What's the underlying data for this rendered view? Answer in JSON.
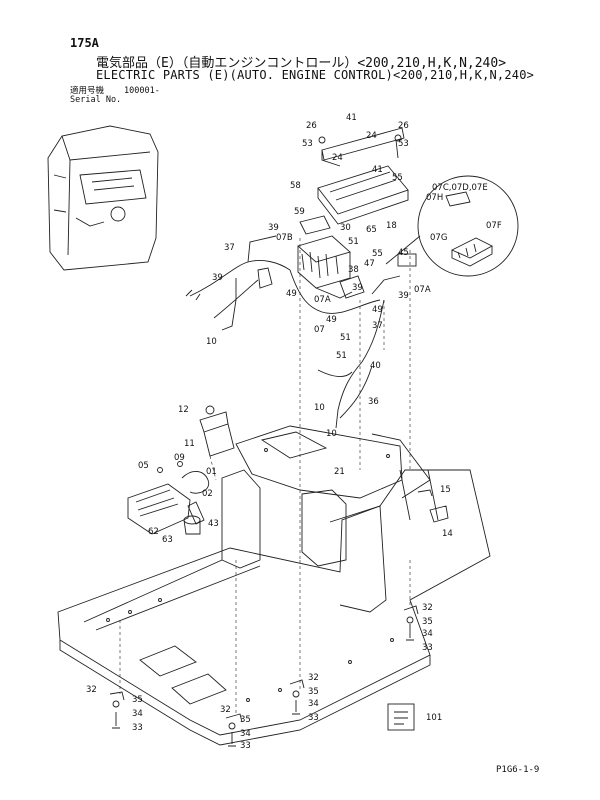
{
  "header": {
    "page_no": "175A",
    "title_jp": "電気部品（E）（自動エンジンコントロール）<200,210,H,K,N,240>",
    "title_en": "ELECTRIC PARTS (E)(AUTO. ENGINE CONTROL)<200,210,H,K,N,240>",
    "serial_label_jp": "適用号機",
    "serial_label_en": "Serial No.",
    "serial_value": "100001-"
  },
  "footer": {
    "ref": "P1G6-1-9"
  },
  "callouts": [
    "26",
    "41",
    "26",
    "53",
    "24",
    "24",
    "53",
    "41",
    "55",
    "58",
    "18",
    "07C,07D,07E",
    "07H",
    "07F",
    "07G",
    "59",
    "39",
    "07B",
    "30",
    "37",
    "65",
    "51",
    "45",
    "47",
    "38",
    "55",
    "07A",
    "39",
    "49",
    "49",
    "39",
    "07A",
    "07",
    "49",
    "37",
    "39",
    "10",
    "51",
    "51",
    "40",
    "10",
    "36",
    "10",
    "12",
    "11",
    "21",
    "05",
    "09",
    "01",
    "02",
    "62",
    "63",
    "43",
    "15",
    "14",
    "32",
    "35",
    "34",
    "33",
    "32",
    "35",
    "34",
    "33",
    "32",
    "35",
    "34",
    "33",
    "32",
    "35",
    "34",
    "33",
    "101"
  ]
}
